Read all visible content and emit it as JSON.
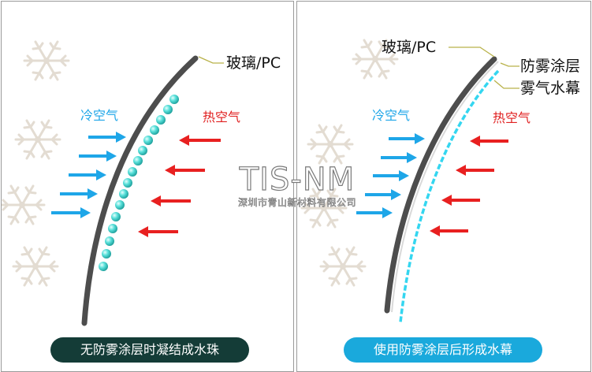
{
  "left_panel": {
    "glass_label": "玻璃/PC",
    "cold_air_label": "冷空气",
    "hot_air_label": "热空气",
    "caption": "无防雾涂层时凝结成水珠"
  },
  "right_panel": {
    "glass_label": "玻璃/PC",
    "coating_label": "防雾涂层",
    "water_film_label": "雾气水幕",
    "cold_air_label": "冷空气",
    "hot_air_label": "热空气",
    "caption": "使用防雾涂层后形成水幕"
  },
  "watermark": {
    "logo": "TIS-NM",
    "company": "深圳市青山新材料有限公司"
  },
  "colors": {
    "cold_arrow": "#1ea6e8",
    "hot_arrow": "#e82020",
    "glass": "#4d4d4d",
    "droplet": "#37d4d0",
    "water_film": "#34d6f0",
    "caption_left_bg": "#143c37",
    "caption_right_bg": "#1aa9dc",
    "leader_line": "#b9b24a"
  },
  "icons": [
    "snowflake-icon",
    "arrow-right-icon",
    "arrow-left-icon"
  ]
}
